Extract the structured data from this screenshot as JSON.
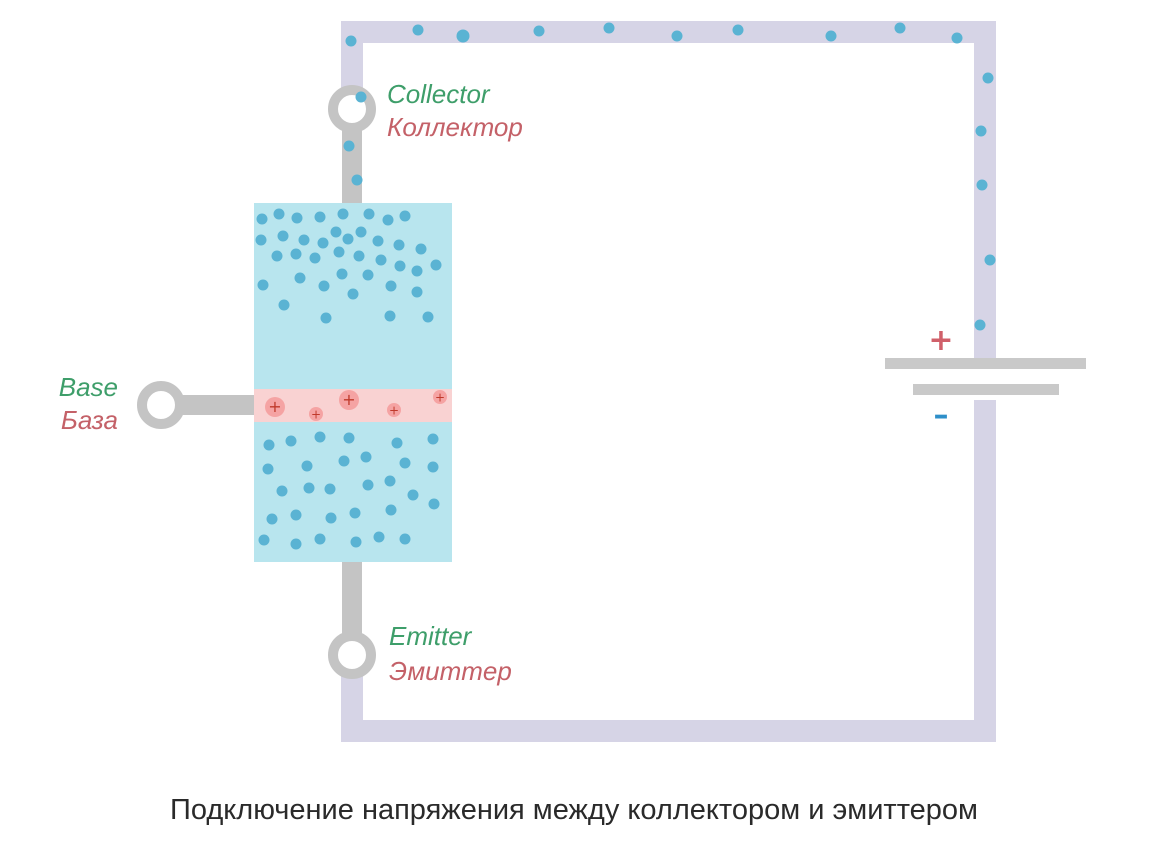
{
  "labels": {
    "collector_en": "Collector",
    "collector_ru": "Коллектор",
    "base_en": "Base",
    "base_ru": "База",
    "emitter_en": "Emitter",
    "emitter_ru": "Эмиттер"
  },
  "battery": {
    "positive_sign": "+",
    "negative_sign": "–"
  },
  "caption": "Подключение напряжения между коллектором и эмиттером",
  "colors": {
    "wire": "#d6d4e6",
    "lead": "#c4c4c4",
    "n_region": "#b8e5ee",
    "p_region": "#f9d2d2",
    "electron": "#5ab3d3",
    "hole_fill": "#f5a3a3",
    "hole_sign": "#c0392b",
    "label_en": "#3e9e6a",
    "label_ru": "#c46168",
    "battery_plus": "#d0606a",
    "battery_minus": "#2e8fc9",
    "caption": "#2a2a2a"
  }
}
